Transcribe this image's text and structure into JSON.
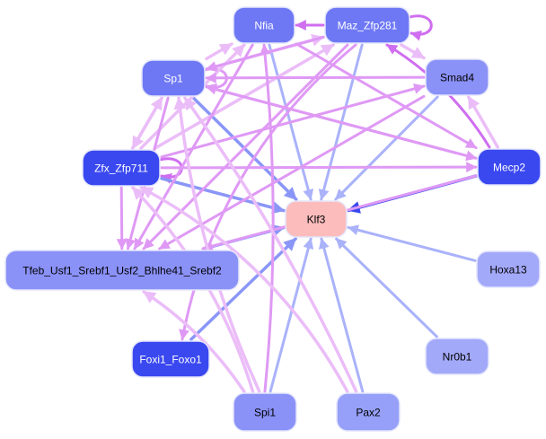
{
  "diagram": {
    "type": "gene-regulatory-network",
    "target": "klf3",
    "nodes": [
      {
        "id": "nfia",
        "label": "Nfia",
        "fill": "#6e78f5",
        "text": "#ffffff"
      },
      {
        "id": "maz",
        "label": "Maz_Zfp281",
        "fill": "#6e78f5",
        "text": "#ffffff"
      },
      {
        "id": "sp1",
        "label": "Sp1",
        "fill": "#6e78f5",
        "text": "#ffffff"
      },
      {
        "id": "smad4",
        "label": "Smad4",
        "fill": "#8a91f7",
        "text": "#000000"
      },
      {
        "id": "zfx",
        "label": "Zfx_Zfp711",
        "fill": "#3a48f0",
        "text": "#ffffff"
      },
      {
        "id": "mecp2",
        "label": "Mecp2",
        "fill": "#3a48f0",
        "text": "#ffffff"
      },
      {
        "id": "klf3",
        "label": "Klf3",
        "fill": "#fcbcbc",
        "text": "#000000"
      },
      {
        "id": "tfeb",
        "label": "Tfeb_Usf1_Srebf1_Usf2_Bhlhe41_Srebf2",
        "fill": "#8a91f7",
        "text": "#000000"
      },
      {
        "id": "hoxa13",
        "label": "Hoxa13",
        "fill": "#a3a9f9",
        "text": "#000000"
      },
      {
        "id": "foxi1",
        "label": "Foxi1_Foxo1",
        "fill": "#3a48f0",
        "text": "#ffffff"
      },
      {
        "id": "nr0b1",
        "label": "Nr0b1",
        "fill": "#a3a9f9",
        "text": "#000000"
      },
      {
        "id": "spi1",
        "label": "Spi1",
        "fill": "#8a91f7",
        "text": "#000000"
      },
      {
        "id": "pax2",
        "label": "Pax2",
        "fill": "#96a0f8",
        "text": "#000000"
      }
    ],
    "edge_colors": {
      "to_target_strong": "#3a48f0",
      "to_target": "#8a96f7",
      "to_target_light": "#aab2fa",
      "regulatory_strong": "#cf6ef0",
      "regulatory": "#df99f5",
      "regulatory_light": "#ebbdf8"
    },
    "edges": [
      {
        "from": "maz",
        "to": "nfia",
        "kind": "regulatory_strong"
      },
      {
        "from": "maz",
        "to": "maz",
        "kind": "regulatory_strong",
        "loop": true
      },
      {
        "from": "sp1",
        "to": "sp1",
        "kind": "regulatory",
        "loop": true
      },
      {
        "from": "zfx",
        "to": "zfx",
        "kind": "regulatory_strong",
        "loop": true
      },
      {
        "from": "mecp2",
        "to": "klf3",
        "kind": "to_target_strong"
      },
      {
        "from": "foxi1",
        "to": "klf3",
        "kind": "to_target"
      },
      {
        "from": "tfeb",
        "to": "klf3",
        "kind": "to_target"
      },
      {
        "from": "zfx",
        "to": "klf3",
        "kind": "to_target"
      },
      {
        "from": "sp1",
        "to": "klf3",
        "kind": "to_target"
      },
      {
        "from": "nfia",
        "to": "klf3",
        "kind": "to_target_light"
      },
      {
        "from": "maz",
        "to": "klf3",
        "kind": "to_target_light"
      },
      {
        "from": "smad4",
        "to": "klf3",
        "kind": "to_target_light"
      },
      {
        "from": "hoxa13",
        "to": "klf3",
        "kind": "to_target_light"
      },
      {
        "from": "nr0b1",
        "to": "klf3",
        "kind": "to_target_light"
      },
      {
        "from": "spi1",
        "to": "klf3",
        "kind": "to_target_light"
      },
      {
        "from": "pax2",
        "to": "klf3",
        "kind": "to_target_light"
      },
      {
        "from": "mecp2",
        "to": "maz",
        "kind": "regulatory_strong",
        "curve": 0.12
      },
      {
        "from": "mecp2",
        "to": "smad4",
        "kind": "regulatory_light"
      },
      {
        "from": "maz",
        "to": "smad4",
        "kind": "regulatory_light"
      },
      {
        "from": "sp1",
        "to": "nfia",
        "kind": "regulatory_light"
      },
      {
        "from": "sp1",
        "to": "maz",
        "kind": "regulatory_light"
      },
      {
        "from": "zfx",
        "to": "nfia",
        "kind": "regulatory_light"
      },
      {
        "from": "zfx",
        "to": "maz",
        "kind": "regulatory_light"
      },
      {
        "from": "zfx",
        "to": "sp1",
        "kind": "regulatory_light"
      },
      {
        "from": "sp1",
        "to": "zfx",
        "kind": "regulatory_light"
      },
      {
        "from": "zfx",
        "to": "smad4",
        "kind": "regulatory"
      },
      {
        "from": "zfx",
        "to": "mecp2",
        "kind": "regulatory"
      },
      {
        "from": "sp1",
        "to": "mecp2",
        "kind": "regulatory"
      },
      {
        "from": "nfia",
        "to": "mecp2",
        "kind": "regulatory"
      },
      {
        "from": "maz",
        "to": "sp1",
        "kind": "regulatory"
      },
      {
        "from": "smad4",
        "to": "sp1",
        "kind": "regulatory"
      },
      {
        "from": "mecp2",
        "to": "sp1",
        "kind": "regulatory"
      },
      {
        "from": "zfx",
        "to": "tfeb",
        "kind": "regulatory"
      },
      {
        "from": "sp1",
        "to": "tfeb",
        "kind": "regulatory"
      },
      {
        "from": "nfia",
        "to": "tfeb",
        "kind": "regulatory"
      },
      {
        "from": "maz",
        "to": "tfeb",
        "kind": "regulatory"
      },
      {
        "from": "mecp2",
        "to": "tfeb",
        "kind": "regulatory"
      },
      {
        "from": "smad4",
        "to": "tfeb",
        "kind": "regulatory"
      },
      {
        "from": "maz",
        "to": "foxi1",
        "kind": "regulatory",
        "curve": 0.18
      },
      {
        "from": "spi1",
        "to": "nfia",
        "kind": "regulatory",
        "curve": 0.05
      },
      {
        "from": "spi1",
        "to": "tfeb",
        "kind": "regulatory_light",
        "curve": 0.1
      },
      {
        "from": "spi1",
        "to": "sp1",
        "kind": "regulatory_light",
        "curve": -0.08
      },
      {
        "from": "pax2",
        "to": "sp1",
        "kind": "regulatory_light",
        "curve": 0.05
      },
      {
        "from": "pax2",
        "to": "zfx",
        "kind": "regulatory_light",
        "curve": 0.15
      },
      {
        "from": "spi1",
        "to": "zfx",
        "kind": "regulatory_light",
        "curve": 0.12
      }
    ]
  }
}
